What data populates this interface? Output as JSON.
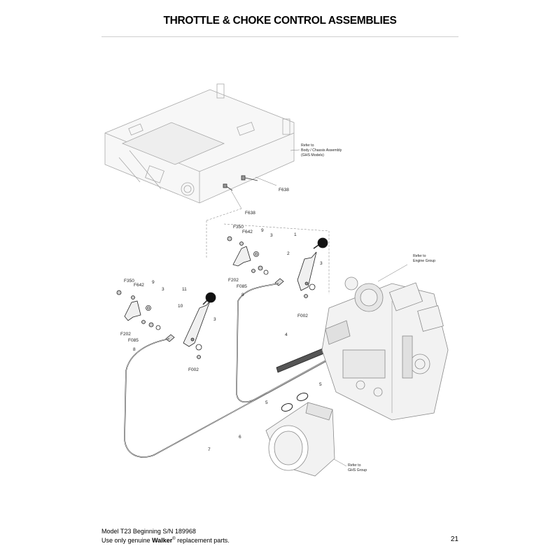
{
  "title": "THROTTLE & CHOKE CONTROL ASSEMBLIES",
  "callouts": {
    "c1": "1",
    "c2": "2",
    "c3a": "3",
    "c3b": "3",
    "c3c": "3",
    "c3d": "3",
    "c4": "4",
    "c5a": "5",
    "c5b": "5",
    "c6": "6",
    "c7": "7",
    "c8a": "8",
    "c8b": "8",
    "c9a": "9",
    "c9b": "9",
    "c10": "10",
    "c11": "11",
    "f350a": "F350",
    "f350b": "F350",
    "f642a": "F642",
    "f642b": "F642",
    "f202a": "F202",
    "f202b": "F202",
    "f085a": "F085",
    "f085b": "F085",
    "f002a": "F002",
    "f002b": "F002",
    "f638a": "F638",
    "f638b": "F638"
  },
  "refs": {
    "body": [
      "Refer to",
      "Body / Chassis Assembly",
      "(GHS Models)"
    ],
    "engine": [
      "Refer to",
      "Engine Group"
    ],
    "ghs": [
      "Refer to",
      "GHS Group"
    ]
  },
  "footer": {
    "line1": "Model T23 Beginning S/N 189968",
    "line2_prefix": "Use only genuine ",
    "brand": "Walker",
    "reg": "®",
    "line2_suffix": " replacement parts."
  },
  "page_number": "21"
}
